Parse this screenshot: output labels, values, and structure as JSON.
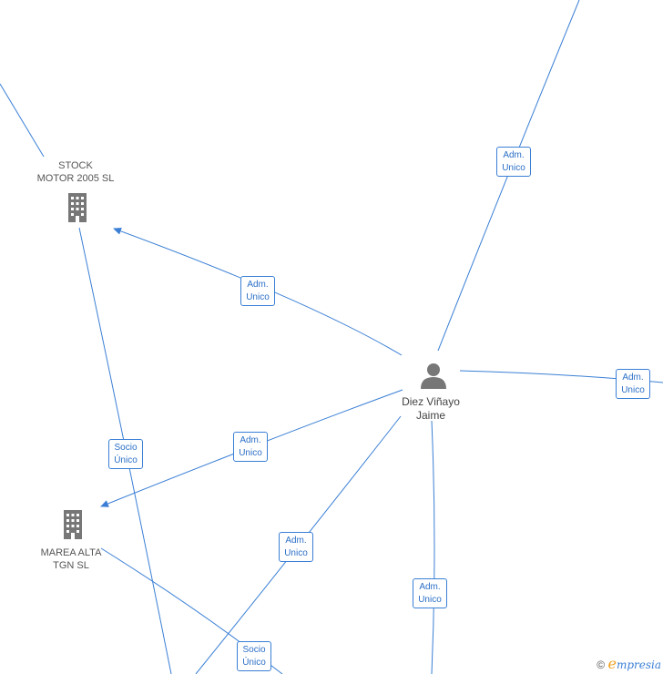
{
  "nodes": {
    "stock": {
      "line1": "STOCK",
      "line2": "MOTOR 2005  SL"
    },
    "marea": {
      "line1": "MAREA ALTA",
      "line2": "TGN  SL"
    },
    "person": {
      "line1": "Diez Viñayo",
      "line2": "Jaime"
    }
  },
  "edge_labels": [
    {
      "l1": "Adm.",
      "l2": "Unico"
    },
    {
      "l1": "Adm.",
      "l2": "Unico"
    },
    {
      "l1": "Adm.",
      "l2": "Unico"
    },
    {
      "l1": "Adm.",
      "l2": "Unico"
    },
    {
      "l1": "Socio",
      "l2": "Único"
    },
    {
      "l1": "Adm.",
      "l2": "Unico"
    },
    {
      "l1": "Adm.",
      "l2": "Unico"
    },
    {
      "l1": "Socio",
      "l2": "Único"
    }
  ],
  "brand": {
    "copyright": "©",
    "e": "e",
    "rest": "mpresia"
  },
  "colors": {
    "edge": "#3a7fd5",
    "icon": "#777777"
  }
}
